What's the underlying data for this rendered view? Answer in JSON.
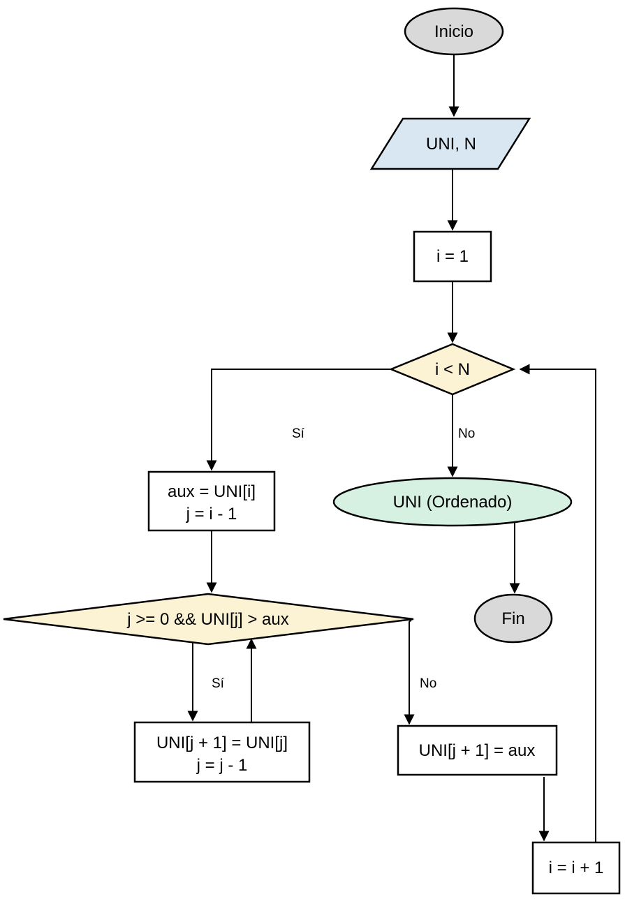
{
  "diagram": {
    "kind": "flowchart",
    "language": "es",
    "colors": {
      "terminator_fill": "#d9d9d9",
      "io_fill": "#d9e7f3",
      "decision_fill": "#fcf3d4",
      "process_fill": "#ffffff",
      "output_fill": "#d6f0e2",
      "stroke": "#000000"
    },
    "nodes": {
      "start": {
        "label": "Inicio"
      },
      "input": {
        "label": "UNI, N"
      },
      "init": {
        "label": "i = 1"
      },
      "outer_condition": {
        "label": "i < N"
      },
      "inner_setup": {
        "line1": "aux = UNI[i]",
        "line2": "j = i - 1"
      },
      "output": {
        "label": "UNI (Ordenado)"
      },
      "end": {
        "label": "Fin"
      },
      "inner_condition": {
        "label": "j >= 0 && UNI[j] > aux"
      },
      "shift": {
        "line1": "UNI[j + 1] = UNI[j]",
        "line2": "j = j - 1"
      },
      "insert": {
        "label": "UNI[j + 1] = aux"
      },
      "increment": {
        "label": "i = i + 1"
      }
    },
    "edge_labels": {
      "outer_yes": "Sí",
      "outer_no": "No",
      "inner_yes": "Sí",
      "inner_no": "No"
    }
  }
}
